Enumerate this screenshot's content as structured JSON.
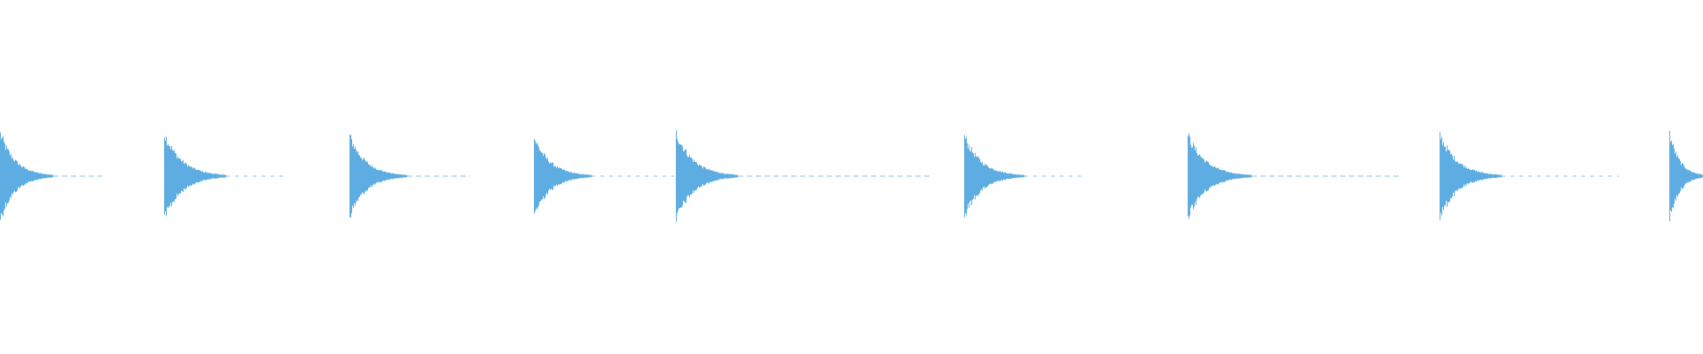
{
  "waveform": {
    "color": "#5dade2",
    "background": "#ffffff",
    "clips": [
      {
        "index": 0,
        "amplitude": 0.98,
        "level": 0.98
      },
      {
        "index": 1,
        "amplitude": 0.98,
        "level": 0.98
      },
      {
        "index": 2,
        "amplitude": 0.92,
        "level": 0.92
      },
      {
        "index": 3,
        "amplitude": 0.88,
        "level": 0.88
      },
      {
        "index": 4,
        "amplitude": 1.0,
        "level": 1.0
      },
      {
        "index": 5,
        "amplitude": 0.92,
        "level": 0.92
      },
      {
        "index": 6,
        "amplitude": 0.94,
        "level": 0.94
      },
      {
        "index": 7,
        "amplitude": 0.96,
        "level": 0.96
      },
      {
        "index": 8,
        "amplitude": 0.98,
        "level": 0.98
      }
    ]
  }
}
